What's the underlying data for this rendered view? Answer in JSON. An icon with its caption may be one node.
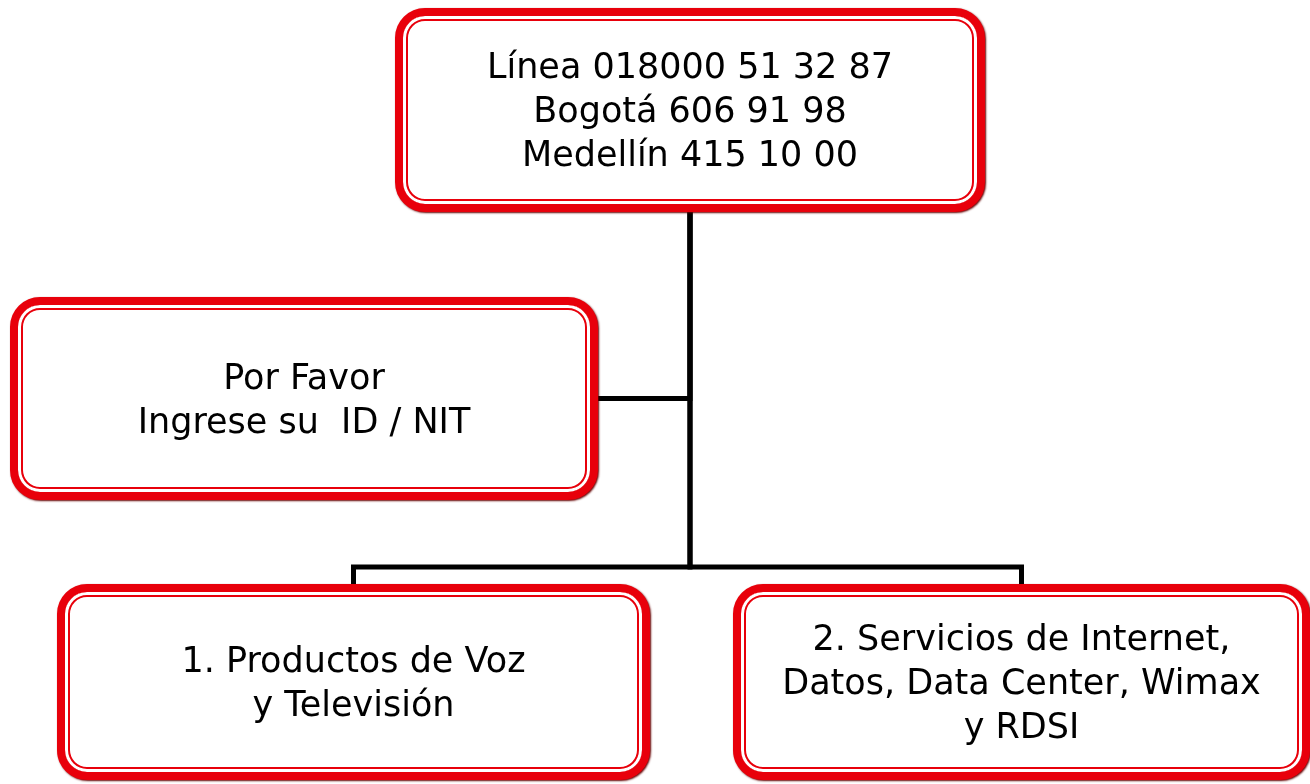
{
  "diagram": {
    "nodes": [
      {
        "text": [
          "Línea 018000 51 32 87",
          "Bogotá 606 91 98",
          "Medellín 415 10 00"
        ]
      },
      {
        "text": [
          "Por Favor",
          "Ingrese su  ID / NIT"
        ]
      },
      {
        "text": [
          "1. Productos de Voz",
          "y Televisión"
        ]
      },
      {
        "text": [
          "2. Servicios de Internet,",
          "Datos, Data Center, Wimax",
          "y RDSI"
        ]
      }
    ],
    "edges": [
      {
        "from": 0,
        "to": 1,
        "arrow": "none"
      },
      {
        "from": 0,
        "to": 2,
        "arrow": "none"
      },
      {
        "from": 0,
        "to": 3,
        "arrow": "none"
      }
    ]
  }
}
